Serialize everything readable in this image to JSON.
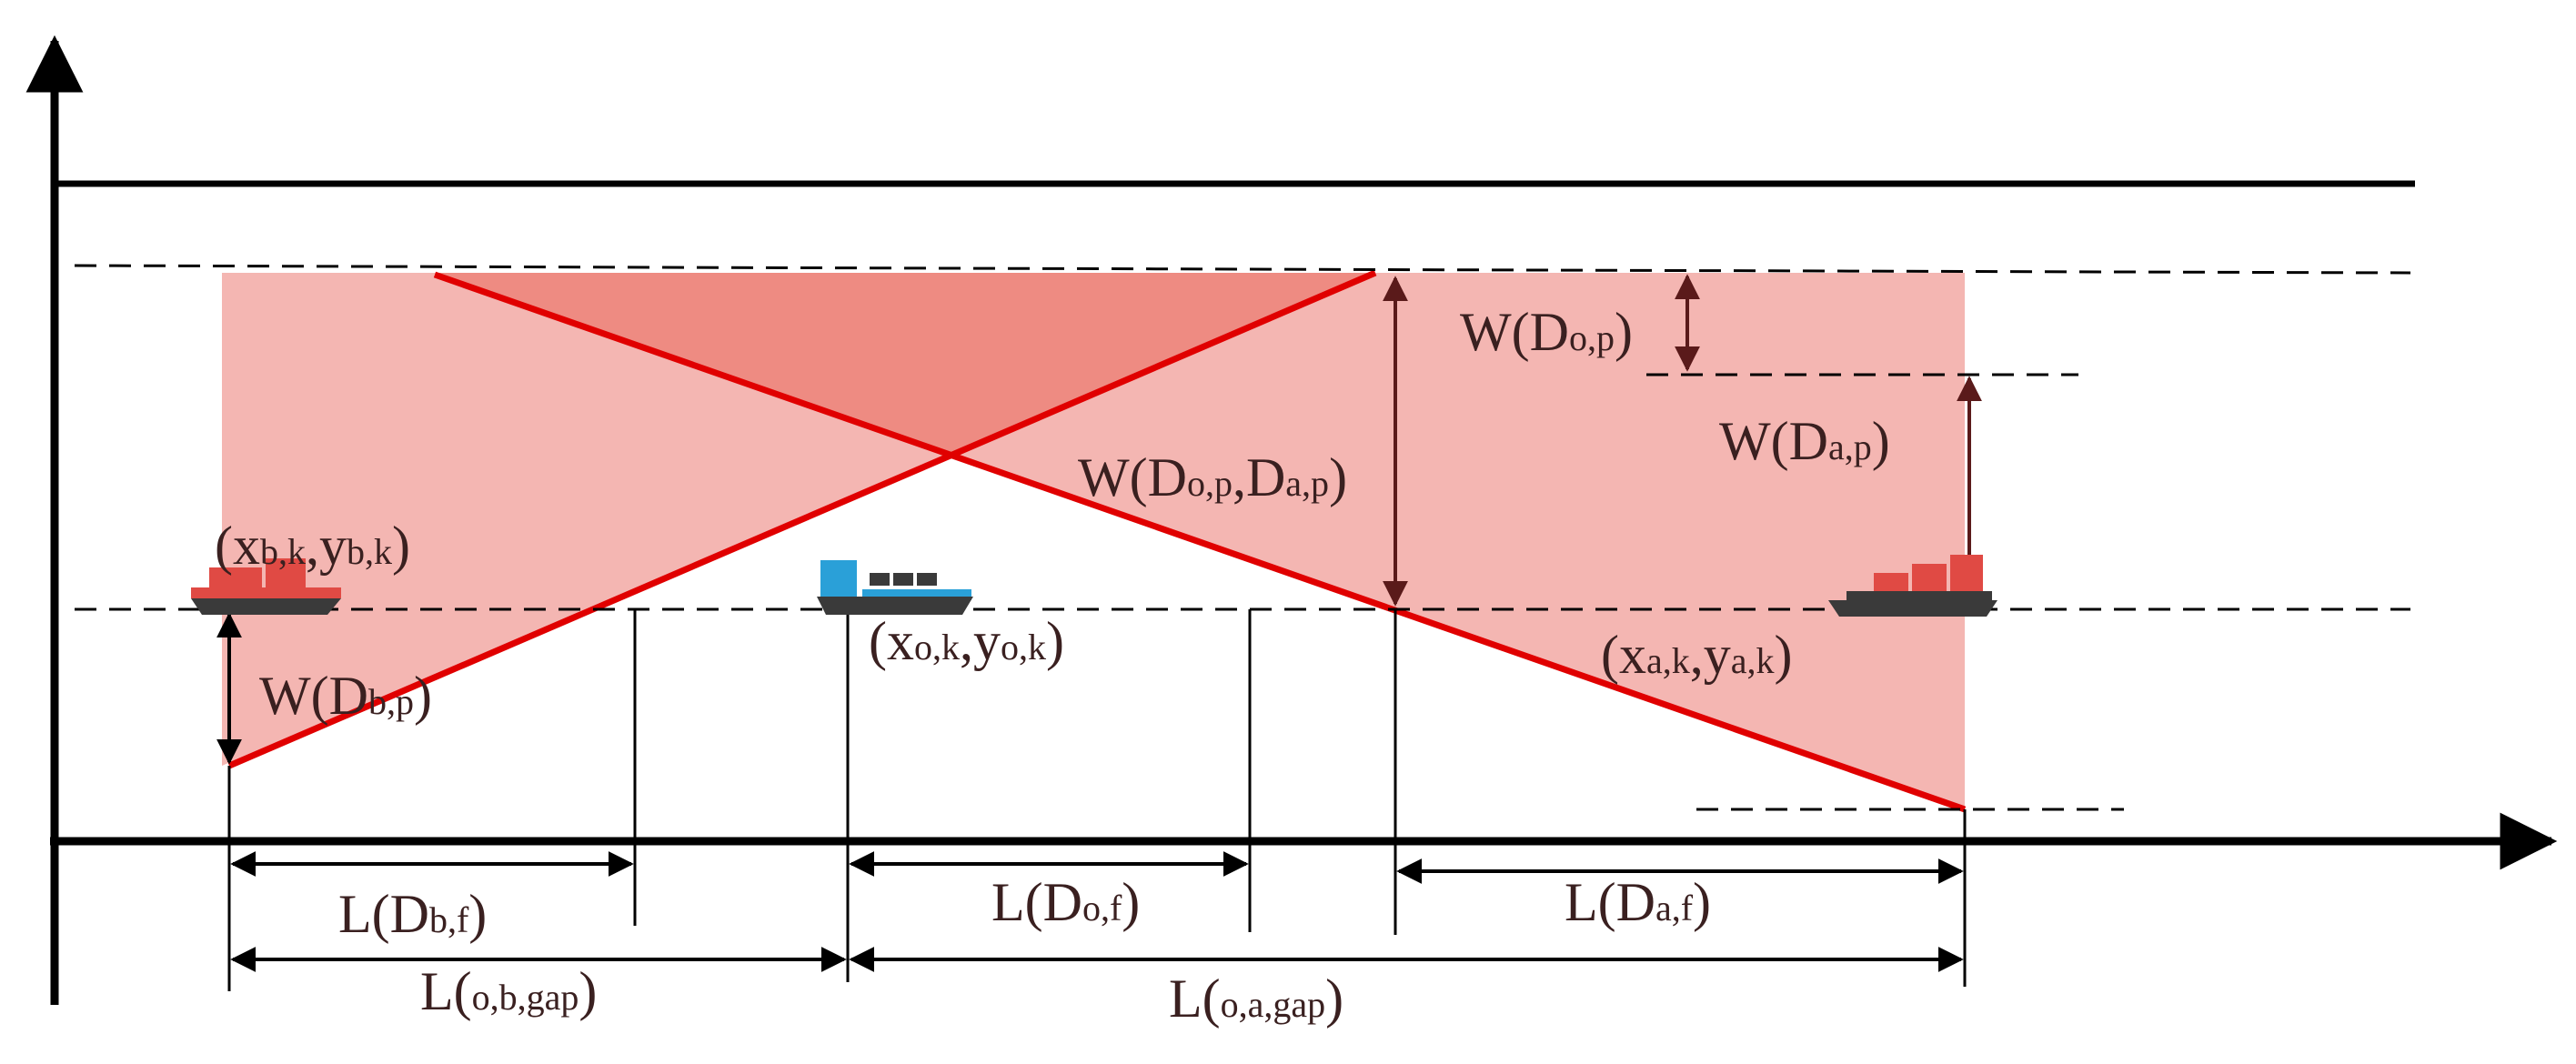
{
  "colors": {
    "zone_fill": "#f4b6b2",
    "overlap_fill": "#ee8b82",
    "boundary_line": "#e00000",
    "axis": "#000000",
    "dim_arrow": "#5a1a1a",
    "text": "#3a2020",
    "ship_red": "#e04a44",
    "ship_blue": "#2aa0d8",
    "ship_hull": "#3a3a3a"
  },
  "labels": {
    "b_pos": {
      "a": "(x",
      "sub1": "b,k",
      "b": ",y",
      "sub2": "b,k",
      "c": ")"
    },
    "o_pos": {
      "a": "(x",
      "sub1": "o,k",
      "b": ",y",
      "sub2": "o,k",
      "c": ")"
    },
    "a_pos": {
      "a": "(x",
      "sub1": "a,k",
      "b": ",y",
      "sub2": "a,k",
      "c": ")"
    },
    "w_bp": {
      "main": "W(D",
      "sub": "b,p",
      "close": ")"
    },
    "w_op": {
      "main": "W(D",
      "sub": "o,p",
      "close": ")"
    },
    "w_ap": {
      "main": "W(D",
      "sub": "a,p",
      "close": ")"
    },
    "w_op_ap": {
      "main": "W(D",
      "sub1": "o,p",
      "mid": ",D",
      "sub2": "a,p",
      "close": ")"
    },
    "l_bf": {
      "main": "L(D",
      "sub": "b,f",
      "close": ")"
    },
    "l_of": {
      "main": "L(D",
      "sub": "o,f",
      "close": ")"
    },
    "l_af": {
      "main": "L(D",
      "sub": "a,f",
      "close": ")"
    },
    "l_obgap": {
      "main": "L(",
      "sub": "o,b,gap",
      "close": ")"
    },
    "l_oagap": {
      "main": "L(",
      "sub": "o,a,gap",
      "close": ")"
    }
  }
}
